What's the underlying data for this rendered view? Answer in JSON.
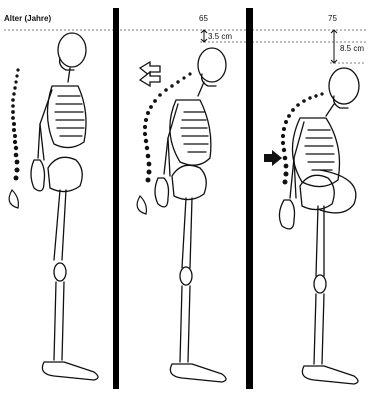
{
  "figure": {
    "axis_label": "Alter (Jahre)",
    "panels": [
      {
        "age": "",
        "height_loss": ""
      },
      {
        "age": "65",
        "height_loss": "3.5 cm"
      },
      {
        "age": "75",
        "height_loss": "8.5 cm"
      }
    ],
    "colors": {
      "ink": "#111111",
      "divider": "#000000",
      "guide": "#555555"
    }
  }
}
